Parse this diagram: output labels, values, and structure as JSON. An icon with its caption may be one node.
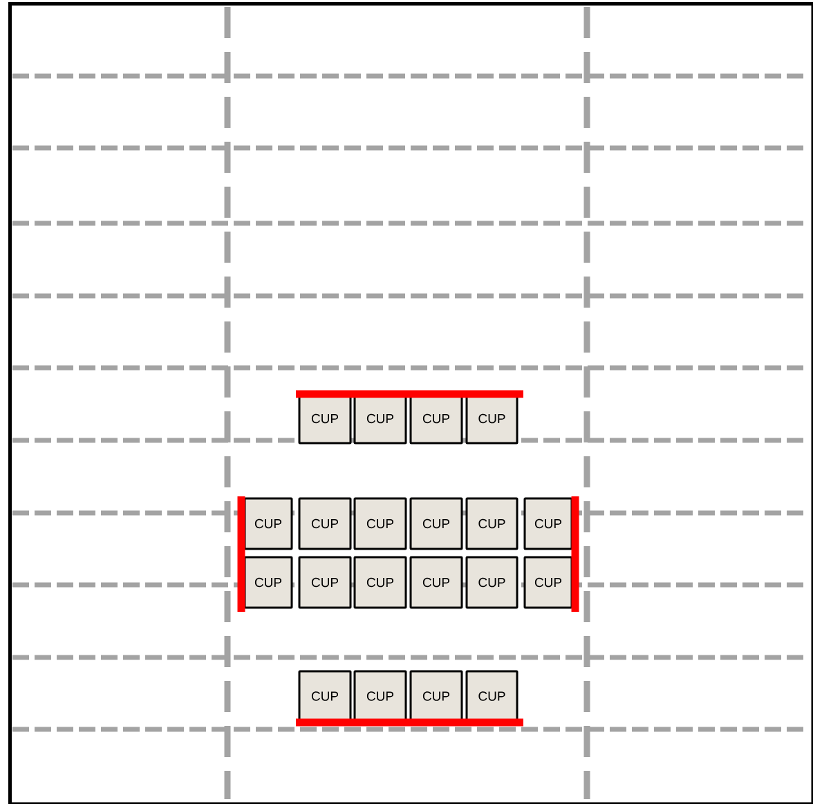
{
  "diagram": {
    "nodes": [
      {
        "text": [
          "CUP"
        ]
      },
      {
        "text": [
          "CUP"
        ]
      },
      {
        "text": [
          "CUP"
        ]
      },
      {
        "text": [
          "CUP"
        ]
      },
      {
        "text": [
          "CUP"
        ]
      },
      {
        "text": [
          "CUP"
        ]
      },
      {
        "text": [
          "CUP"
        ]
      },
      {
        "text": [
          "CUP"
        ]
      },
      {
        "text": [
          "CUP"
        ]
      },
      {
        "text": [
          "CUP"
        ]
      },
      {
        "text": [
          "CUP"
        ]
      },
      {
        "text": [
          "CUP"
        ]
      },
      {
        "text": [
          "CUP"
        ]
      },
      {
        "text": [
          "CUP"
        ]
      },
      {
        "text": [
          "CUP"
        ]
      },
      {
        "text": [
          "CUP"
        ]
      },
      {
        "text": [
          "CUP"
        ]
      },
      {
        "text": [
          "CUP"
        ]
      },
      {
        "text": [
          "CUP"
        ]
      },
      {
        "text": [
          "CUP"
        ]
      }
    ]
  }
}
